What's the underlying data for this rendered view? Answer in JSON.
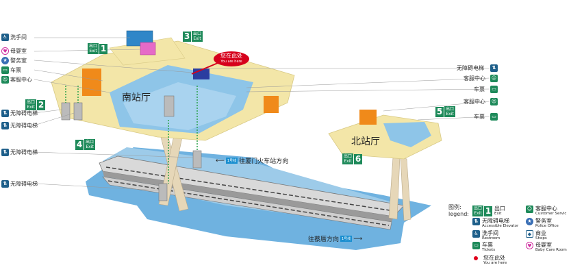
{
  "halls": {
    "south": "南站厅",
    "north": "北站厅"
  },
  "exits": [
    {
      "num": "1",
      "cn": "出口",
      "en": "Exit"
    },
    {
      "num": "2",
      "cn": "出口",
      "en": "Exit"
    },
    {
      "num": "3",
      "cn": "出口",
      "en": "Exit"
    },
    {
      "num": "4",
      "cn": "出口",
      "en": "Exit"
    },
    {
      "num": "5",
      "cn": "出口",
      "en": "Exit"
    },
    {
      "num": "6",
      "cn": "出口",
      "en": "Exit"
    }
  ],
  "left_labels": [
    "洗手间",
    "母婴室",
    "警务室",
    "车票",
    "客服中心",
    "无障碍电梯",
    "无障碍电梯",
    "无障碍电梯",
    "无障碍电梯"
  ],
  "right_labels_south": [
    "无障碍电梯",
    "客服中心",
    "车票",
    "客服中心",
    "车票"
  ],
  "you_are_here": {
    "cn": "您在此处",
    "en": "You are here"
  },
  "directions": {
    "xiamen": "往厦门火车站方向",
    "caicuo": "往蔡厝方向",
    "tag": "1号线"
  },
  "legend": {
    "title_cn": "图例:",
    "title_en": "legend:",
    "items": [
      {
        "cn": "出口",
        "en": "Exit",
        "icon": "exit-icon"
      },
      {
        "cn": "客服中心",
        "en": "Customer Servic",
        "icon": "customer-service-icon"
      },
      {
        "cn": "无障碍电梯",
        "en": "Accessible Elevator",
        "icon": "elevator-icon"
      },
      {
        "cn": "警务室",
        "en": "Police Office",
        "icon": "police-icon"
      },
      {
        "cn": "洗手间",
        "en": "Restroom",
        "icon": "restroom-icon"
      },
      {
        "cn": "商业",
        "en": "Shops",
        "icon": "shop-icon"
      },
      {
        "cn": "车票",
        "en": "Tickets",
        "icon": "ticket-icon"
      },
      {
        "cn": "母婴室",
        "en": "Baby Care Room",
        "icon": "baby-care-icon"
      },
      {
        "cn": "您在此处",
        "en": "You are here",
        "icon": "you-are-here-dot"
      }
    ]
  },
  "colors": {
    "concourse": "#f3e6a8",
    "floor": "#8ec5e8",
    "platform": "#5aa9dc",
    "exit_green": "#1e8a5a",
    "marker_red": "#d6001c",
    "pillar": "#e6d7b8"
  }
}
